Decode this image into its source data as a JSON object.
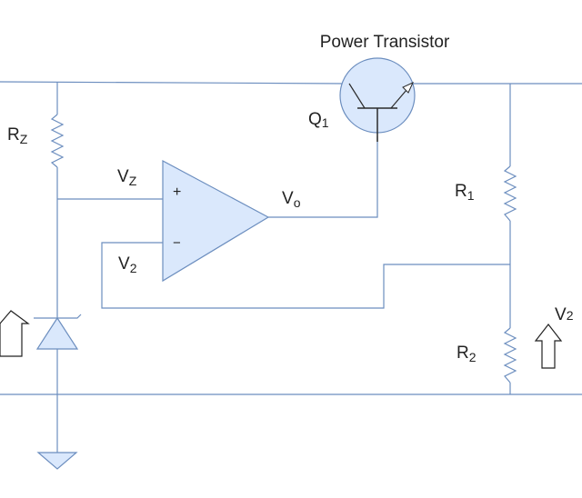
{
  "labels": {
    "transistor_title": "Power Transistor",
    "q_letter": "Q",
    "q_sub": "1",
    "rz_letter": "R",
    "rz_sub": "Z",
    "vz_letter": "V",
    "vz_sub": "Z",
    "v2_left_letter": "V",
    "v2_left_sub": "2",
    "vo_letter": "V",
    "vo_sub": "o",
    "r1_letter": "R",
    "r1_sub": "1",
    "r2_letter": "R",
    "r2_sub": "2",
    "v2_right_letter": "V",
    "v2_right_sub": "2",
    "plus_sign": "+",
    "minus_sign": "−"
  },
  "colors": {
    "wire": "#6c8ebf",
    "fill": "#dae8fc",
    "text": "#222222"
  }
}
